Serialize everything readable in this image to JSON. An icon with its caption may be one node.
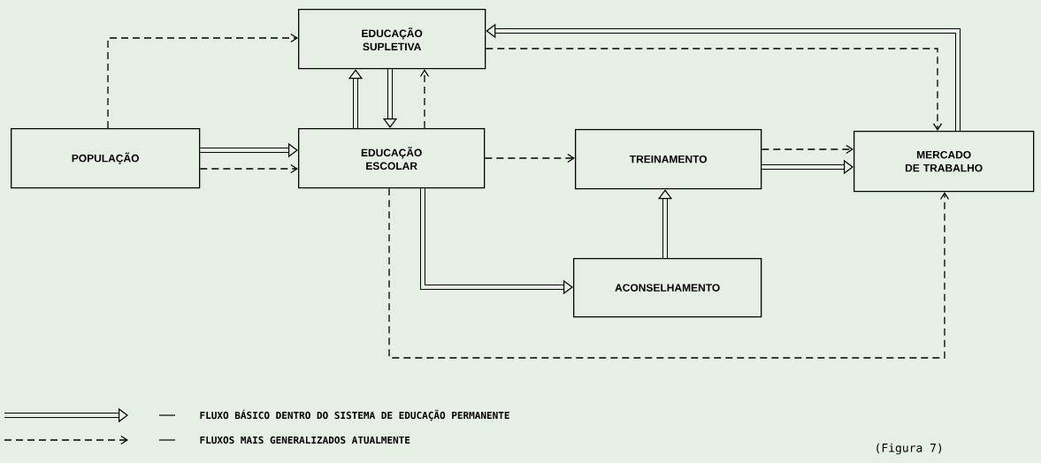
{
  "diagram": {
    "caption": "(Figura 7)",
    "nodes": [
      {
        "text": [
          "POPULAÇÃO"
        ]
      },
      {
        "text": [
          "EDUCAÇÃO SUPLETIVA"
        ]
      },
      {
        "text": [
          "EDUCAÇÃO ESCOLAR"
        ]
      },
      {
        "text": [
          "TREINAMENTO"
        ]
      },
      {
        "text": [
          "MERCADO DE TRABALHO"
        ]
      },
      {
        "text": [
          "ACONSELHAMENTO"
        ]
      }
    ],
    "edges": [
      {
        "from": 0,
        "to": 2,
        "arrow": "to",
        "style": "thick"
      },
      {
        "from": 0,
        "to": 2,
        "arrow": "to",
        "style": "dashed"
      },
      {
        "from": 0,
        "to": 1,
        "arrow": "to",
        "style": "dashed"
      },
      {
        "from": 2,
        "to": 1,
        "arrow": "to",
        "style": "thick"
      },
      {
        "from": 1,
        "to": 2,
        "arrow": "to",
        "style": "thick"
      },
      {
        "from": 2,
        "to": 1,
        "arrow": "to",
        "style": "dashed"
      },
      {
        "from": 1,
        "to": 4,
        "arrow": "to",
        "style": "dashed"
      },
      {
        "from": 4,
        "to": 1,
        "arrow": "to",
        "style": "thick"
      },
      {
        "from": 2,
        "to": 3,
        "arrow": "to",
        "style": "dashed"
      },
      {
        "from": 3,
        "to": 4,
        "arrow": "to",
        "style": "dashed"
      },
      {
        "from": 3,
        "to": 4,
        "arrow": "to",
        "style": "thick"
      },
      {
        "from": 5,
        "to": 3,
        "arrow": "to",
        "style": "thick"
      },
      {
        "from": 2,
        "to": 5,
        "arrow": "to",
        "style": "thick"
      },
      {
        "from": 2,
        "to": 4,
        "arrow": "to",
        "style": "dashed"
      }
    ],
    "legend": [
      {
        "text": "FLUXO BÁSICO DENTRO DO SISTEMA DE EDUCAÇÃO PERMANENTE"
      },
      {
        "text": "FLUXOS MAIS GENERALIZADOS ATUALMENTE"
      }
    ]
  }
}
